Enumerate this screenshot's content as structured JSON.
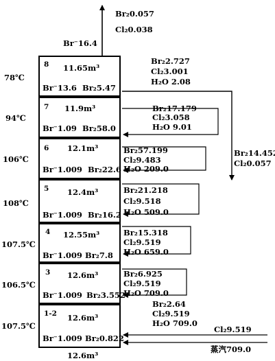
{
  "top_output": {
    "br2": "Br₂0.057",
    "cl2": "Cl₂0.038",
    "br_minus": "Br⁻16.4"
  },
  "side_output": {
    "br2": "Br₂14.452",
    "cl2": "Cl₂0.057"
  },
  "inlet": {
    "cl2": "Cl₂9.519",
    "steam": "蒸汽709.0"
  },
  "bottom_flow": "12.6m³",
  "stages": [
    {
      "id": "8",
      "temp": "78℃",
      "volume": "11.65m³",
      "left": "Br⁻13.6",
      "right": "Br₂5.47"
    },
    {
      "id": "7",
      "temp": "94℃",
      "volume": "11.9m³",
      "left": "Br⁻1.09",
      "right": "Br₂58.0"
    },
    {
      "id": "6",
      "temp": "106℃",
      "volume": "12.1m³",
      "left": "Br⁻1.009",
      "right": "Br₂22.6"
    },
    {
      "id": "5",
      "temp": "108℃",
      "volume": "12.4m³",
      "left": "Br⁻1.009",
      "right": "Br₂16.2"
    },
    {
      "id": "4",
      "temp": "107.5℃",
      "volume": "12.55m³",
      "left": "Br⁻1.009",
      "right": "Br₂7.8"
    },
    {
      "id": "3",
      "temp": "106.5℃",
      "volume": "12.6m³",
      "left": "Br⁻1.009",
      "right": "Br₂3.552"
    },
    {
      "id": "1-2",
      "temp": "107.5℃",
      "volume": "12.6m³",
      "left": "Br⁻1.009",
      "right": "Br₂0.822"
    }
  ],
  "vapor_streams": [
    {
      "br2": "Br₂2.727",
      "cl2": "Cl₂3.001",
      "h2o": "H₂O 2.08"
    },
    {
      "br2": "Br₂17.179",
      "cl2": "Cl₂3.058",
      "h2o": "H₂O 9.01"
    },
    {
      "br2": "Br₂57.199",
      "cl2": "Cl₂9.483",
      "h2o": "H₂O 209.0"
    },
    {
      "br2": "Br₂21.218",
      "cl2": "Cl₂9.518",
      "h2o": "H₂O 509.0"
    },
    {
      "br2": "Br₂15.318",
      "cl2": "Cl₂9.519",
      "h2o": "H₂O 659.0"
    },
    {
      "br2": "Br₂6.925",
      "cl2": "Cl₂9.519",
      "h2o": "H₂O 709.0"
    },
    {
      "br2": "Br₂2.64",
      "cl2": "Cl₂9.519",
      "h2o": "H₂O 709.0"
    }
  ]
}
